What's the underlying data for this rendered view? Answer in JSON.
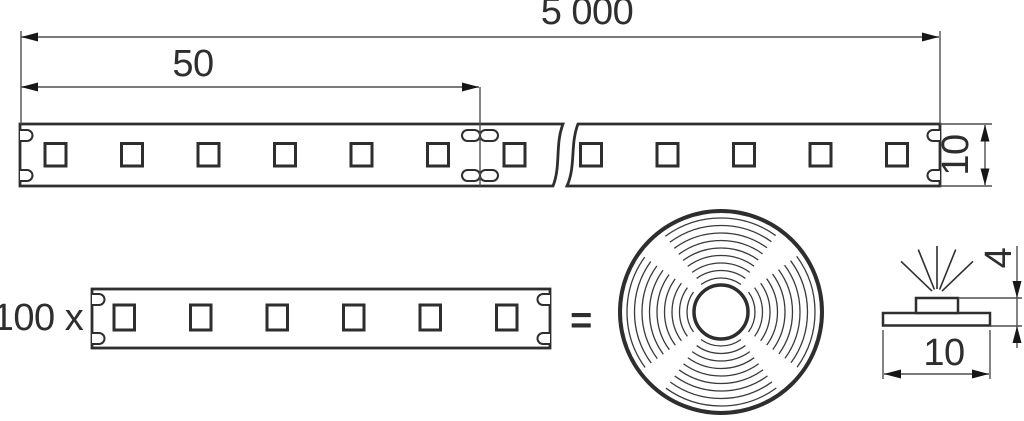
{
  "colors": {
    "line": "#2e2e2e",
    "thin_line": "#4f4f4f",
    "arrow": "#161616",
    "text": "#2e2e2e",
    "background": "#ffffff"
  },
  "top_view": {
    "total_length_label": "5 000",
    "segment_length_label": "50",
    "width_label": "10",
    "led_count_visible": 12,
    "has_break_symbol": true
  },
  "packaging_row": {
    "count_label": "100 x",
    "equals_sign": "=",
    "segment_led_count": 6
  },
  "cross_section": {
    "height_label": "4",
    "width_label": "10"
  }
}
